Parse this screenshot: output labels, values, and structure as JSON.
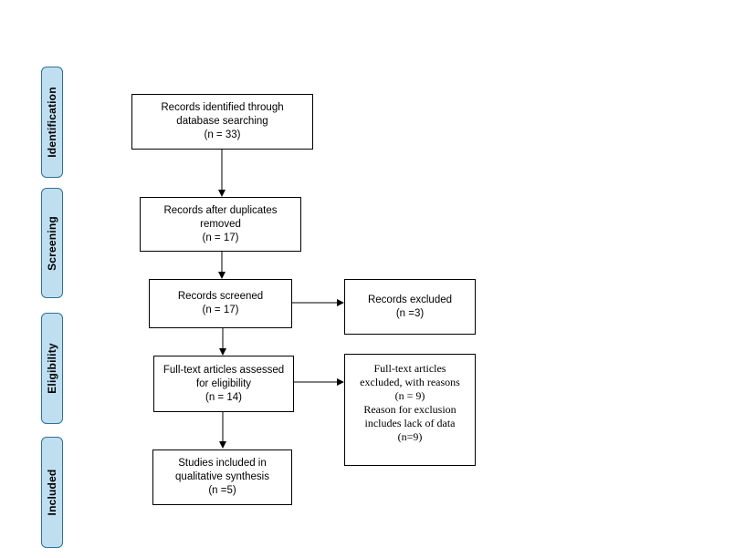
{
  "phases": {
    "identification": "Identification",
    "screening": "Screening",
    "eligibility": "Eligibility",
    "included": "Included"
  },
  "boxes": {
    "identified": [
      "Records identified through",
      "database searching",
      "(n = 33)"
    ],
    "after_duplicates": [
      "Records after duplicates",
      "removed",
      "(n = 17)"
    ],
    "screened": [
      "Records screened",
      "(n = 17)"
    ],
    "excluded": [
      "Records excluded",
      "(n =3)"
    ],
    "fulltext_assessed": [
      "Full-text articles assessed",
      "for eligibility",
      "(n = 14)"
    ],
    "fulltext_excluded": [
      "Full-text articles",
      "excluded, with reasons",
      "(n = 9)",
      "Reason for exclusion",
      "includes lack of data",
      "(n=9)"
    ],
    "included": [
      "Studies included in",
      "qualitative synthesis",
      "(n =5)"
    ]
  }
}
